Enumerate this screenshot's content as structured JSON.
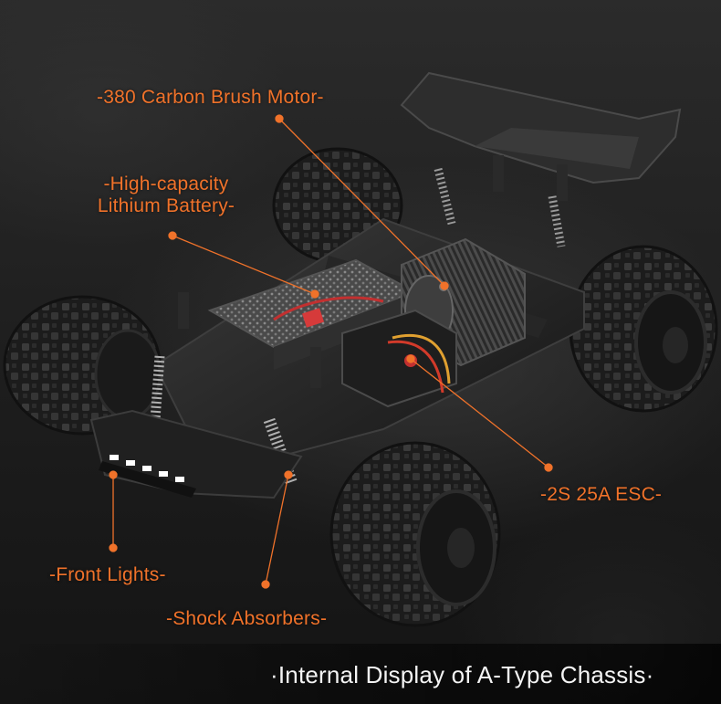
{
  "callouts": {
    "motor": "-380 Carbon Brush Motor-",
    "battery_line1": "-High-capacity",
    "battery_line2": "Lithium Battery-",
    "esc": "-2S 25A ESC-",
    "lights": "-Front Lights-",
    "shocks": "-Shock Absorbers-"
  },
  "caption": "·Internal Display of A-Type Chassis·",
  "colors": {
    "accent": "#f0722a",
    "background": "#1f1f1f",
    "caption_text": "#f4f4f4",
    "battery_accent": "#d63a3a",
    "light_led": "#ffffff"
  }
}
